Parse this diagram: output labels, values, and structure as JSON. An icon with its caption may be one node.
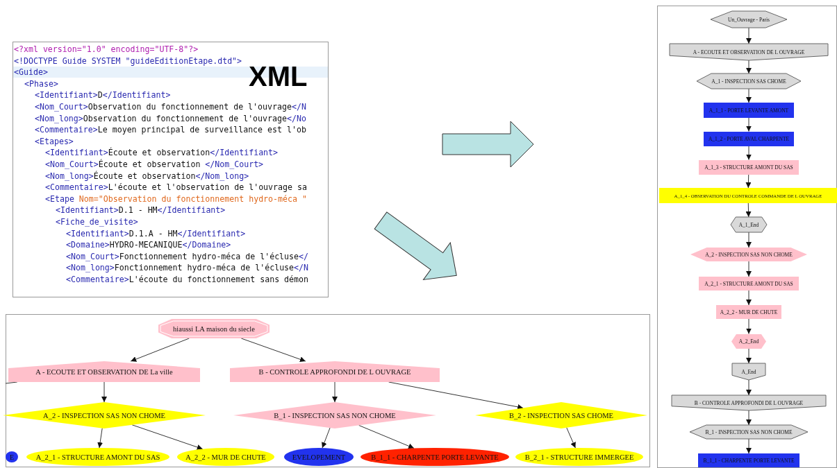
{
  "diagram": {
    "nodes": [
      {
        "text": [
          "hiaussi LA maison du siecle"
        ]
      },
      {
        "text": [
          "A - ECOUTE ET OBSERVATION DE La ville"
        ]
      },
      {
        "text": [
          "B - CONTROLE APPROFONDI DE L OUVRAGE"
        ]
      },
      {
        "text": [
          "A_2 - INSPECTION SAS NON CHOME"
        ]
      },
      {
        "text": [
          "B_1 - INSPECTION SAS NON CHOME"
        ]
      },
      {
        "text": [
          "B_2 - INSPECTION SAS CHOME"
        ]
      },
      {
        "text": [
          "E"
        ]
      },
      {
        "text": [
          "A_2_1 - STRUCTURE AMONT DU SAS"
        ]
      },
      {
        "text": [
          "A_2_2 - MUR DE CHUTE"
        ]
      },
      {
        "text": [
          "EVELOPEMENT"
        ]
      },
      {
        "text": [
          "B_1_1 - CHARPENTE PORTE LEVANTE"
        ]
      },
      {
        "text": [
          "B_2_1 - STRUCTURE IMMERGEE"
        ]
      },
      {
        "text": [
          "Un_Ouvrage - Paris"
        ]
      },
      {
        "text": [
          "A - ECOUTE ET OBSERVATION DE L OUVRAGE"
        ]
      },
      {
        "text": [
          "A_1 - INSPECTION SAS CHOME"
        ]
      },
      {
        "text": [
          "A_1_1 - PORTE LEVANTE AMONT"
        ]
      },
      {
        "text": [
          "A_1_2 - PORTE AVAL CHARPENTE"
        ]
      },
      {
        "text": [
          "A_1_3 - STRUCTURE AMONT DU SAS"
        ]
      },
      {
        "text": [
          "A_1_4 - OBSERVATION DU CONTROLE COMMANDE DE L OUVRAGE"
        ]
      },
      {
        "text": [
          "A_1_End"
        ]
      },
      {
        "text": [
          "A_2 - INSPECTION SAS NON CHOME"
        ]
      },
      {
        "text": [
          "A_2_1 - STRUCTURE AMONT DU SAS"
        ]
      },
      {
        "text": [
          "A_2_2 - MUR DE CHUTE"
        ]
      },
      {
        "text": [
          "A_2_End"
        ]
      },
      {
        "text": [
          "A_End"
        ]
      },
      {
        "text": [
          "B - CONTROLE APPROFONDI DE L OUVRAGE"
        ]
      },
      {
        "text": [
          "B_1 - INSPECTION SAS NON CHOME"
        ]
      },
      {
        "text": [
          "B_1_1 - CHARPENTE PORTE LEVANTE"
        ]
      }
    ],
    "edges": [
      {
        "from": 0,
        "to": 1,
        "arrow": "to"
      },
      {
        "from": 0,
        "to": 2,
        "arrow": "to"
      },
      {
        "from": 1,
        "to": null,
        "arrow": "none"
      },
      {
        "from": 1,
        "to": 3,
        "arrow": "to"
      },
      {
        "from": 2,
        "to": 4,
        "arrow": "to"
      },
      {
        "from": 2,
        "to": 5,
        "arrow": "to"
      },
      {
        "from": 3,
        "to": 7,
        "arrow": "to"
      },
      {
        "from": 3,
        "to": 8,
        "arrow": "to"
      },
      {
        "from": 4,
        "to": 9,
        "arrow": "to"
      },
      {
        "from": 4,
        "to": 10,
        "arrow": "to"
      },
      {
        "from": 5,
        "to": 11,
        "arrow": "to"
      },
      {
        "from": 12,
        "to": 13,
        "arrow": "to"
      },
      {
        "from": 13,
        "to": 14,
        "arrow": "to"
      },
      {
        "from": 14,
        "to": 15,
        "arrow": "to"
      },
      {
        "from": 15,
        "to": 16,
        "arrow": "to"
      },
      {
        "from": 16,
        "to": 17,
        "arrow": "to"
      },
      {
        "from": 17,
        "to": 18,
        "arrow": "to"
      },
      {
        "from": 18,
        "to": 19,
        "arrow": "to"
      },
      {
        "from": 19,
        "to": 20,
        "arrow": "to"
      },
      {
        "from": 20,
        "to": 21,
        "arrow": "to"
      },
      {
        "from": 21,
        "to": 22,
        "arrow": "to"
      },
      {
        "from": 22,
        "to": 23,
        "arrow": "to"
      },
      {
        "from": 23,
        "to": 24,
        "arrow": "to"
      },
      {
        "from": 24,
        "to": 25,
        "arrow": "to"
      },
      {
        "from": 25,
        "to": 26,
        "arrow": "to"
      },
      {
        "from": 26,
        "to": 27,
        "arrow": "to"
      }
    ],
    "labels": [
      "<?xml version=\"1.0\" encoding=\"UTF-8\"?>",
      "<!DOCTYPE Guide SYSTEM \"guideEditionEtape.dtd\">",
      "<Guide>",
      "XML",
      "<Phase>",
      "<Identifiant>D</Identifiant>",
      "<Nom_Court>Observation du fonctionnement de l'ouvrage</N",
      "<Nom_long>Observation du fonctionnement de l'ouvrage</No",
      "<Commentaire>Le moyen principal de surveillance est l'ob",
      "<Etapes>",
      "<Identifiant>Écoute et observation</Identifiant>",
      "<Nom_Court>Écoute et observation </Nom_Court>",
      "<Nom_long>Écoute et observation</Nom_long>",
      "<Commentaire>L'écoute et l'observation de l'ouvrage sa",
      "<Etape Nom=\"Observation du fonctionnement hydro-méca \"",
      "<Identifiant>D.1 - HM</Identifiant>",
      "<Fiche_de_visite>",
      "<Identifiant>D.1.A - HM</Identifiant>",
      "<Domaine>HYDRO-MECANIQUE</Domaine>",
      "<Nom_Court>Fonctionnement hydro-méca de l'écluse</",
      "<Nom_long>Fonctionnement hydro-méca de l'écluse</N",
      "<Commentaire>L'écoute du fonctionnement sans démon"
    ]
  }
}
